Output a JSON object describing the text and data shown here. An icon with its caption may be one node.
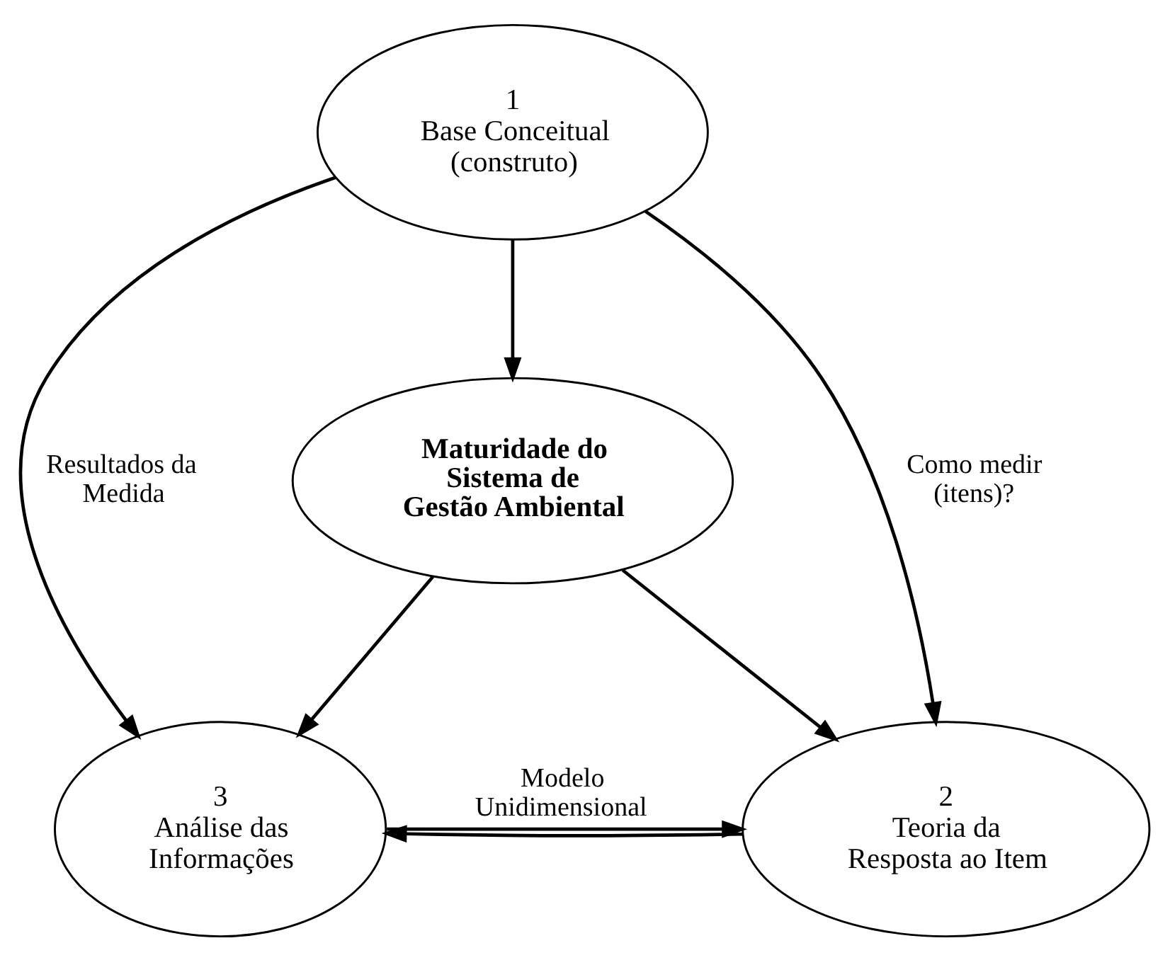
{
  "diagram": {
    "nodes": [
      {
        "text": [
          "1",
          "Base Conceitual (construto)"
        ]
      },
      {
        "text": [
          "Maturidade do Sistema de Gestão Ambiental"
        ]
      },
      {
        "text": [
          "3",
          "Análise das Informações"
        ]
      },
      {
        "text": [
          "2",
          "Teoria da Resposta ao Item"
        ]
      }
    ],
    "edges": [
      {
        "from": 0,
        "to": 1,
        "arrow": "to"
      },
      {
        "from": 0,
        "to": 2,
        "arrow": "to",
        "label": "Resultados da Medida"
      },
      {
        "from": 0,
        "to": 3,
        "arrow": "to",
        "label": "Como medir (itens)?"
      },
      {
        "from": 1,
        "to": 2,
        "arrow": "to"
      },
      {
        "from": 1,
        "to": 3,
        "arrow": "to"
      },
      {
        "from": 3,
        "to": 2,
        "arrow": "to"
      },
      {
        "from": 2,
        "to": 3,
        "arrow": "to",
        "label": "Modelo Unidimensional"
      }
    ]
  }
}
